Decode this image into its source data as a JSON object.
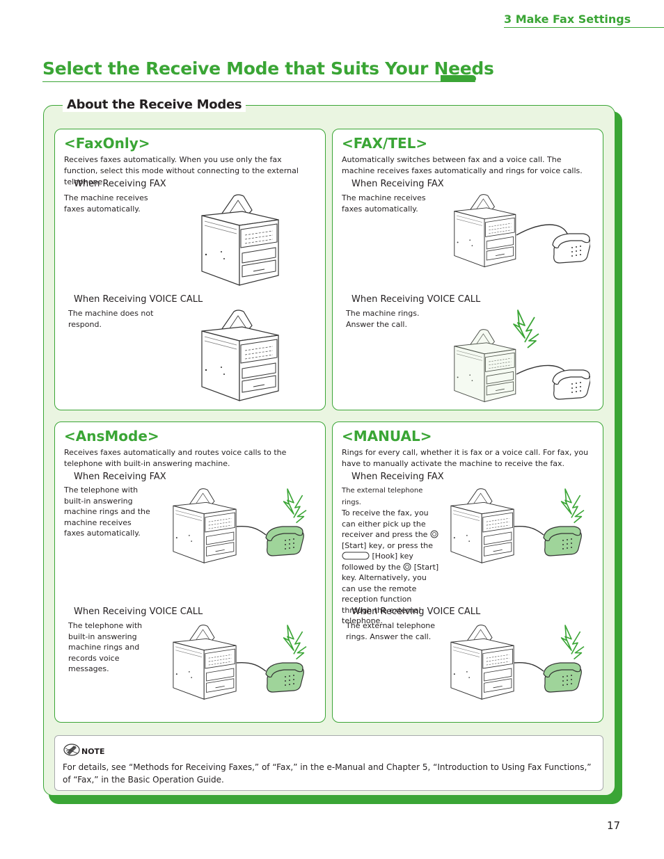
{
  "header": {
    "section": "3 Make Fax Settings"
  },
  "page_title": "Select the Receive Mode that Suits Your Needs",
  "frame_title": "About the Receive Modes",
  "modes": {
    "faxonly": {
      "title": "<FaxOnly>",
      "description": "Receives faxes automatically. When you use only the fax function, select this mode without connecting to the external telephone.",
      "fax_heading": "When Receiving FAX",
      "fax_text": "The machine receives faxes automatically.",
      "voice_heading": "When Receiving VOICE CALL",
      "voice_text": "The machine does not respond."
    },
    "faxtel": {
      "title": "<FAX/TEL>",
      "description": "Automatically switches between fax and a voice call. The machine receives faxes automatically and rings for voice calls.",
      "fax_heading": "When Receiving FAX",
      "fax_text": "The machine receives faxes automatically.",
      "voice_heading": "When Receiving VOICE CALL",
      "voice_text": "The machine rings. Answer the call."
    },
    "ansmode": {
      "title": "<AnsMode>",
      "description": "Receives faxes automatically and routes voice calls to the telephone with built-in answering machine.",
      "fax_heading": "When Receiving FAX",
      "fax_text": "The telephone with built-in answering machine rings and the machine receives faxes automatically.",
      "voice_heading": "When Receiving VOICE CALL",
      "voice_text": "The telephone with built-in answering machine rings and records voice messages."
    },
    "manual": {
      "title": "<MANUAL>",
      "description": "Rings for every call, whether it is fax or a voice call. For fax, you have to manually activate the machine to receive the fax.",
      "fax_heading": "When Receiving FAX",
      "fax_text_1": "The external telephone rings.",
      "fax_text_2": "To receive the fax, you can either pick up the receiver and press the",
      "fax_text_3": "[Start] key, or press the",
      "fax_text_4": "[Hook] key followed by the",
      "fax_text_5": "[Start] key. Alternatively, you can use the remote reception function through the external telephone.",
      "voice_heading": "When Receiving VOICE CALL",
      "voice_text": "The external telephone rings. Answer the call."
    }
  },
  "note": {
    "label": "NOTE",
    "text": "For details, see “Methods for Receiving Faxes,” of “Fax,” in the e-Manual and Chapter 5, “Introduction to Using Fax Functions,” of “Fax,” in the Basic Operation Guide."
  },
  "page_number": "17",
  "colors": {
    "accent": "#3aa535",
    "panel_bg": "#eaf5e1",
    "active_machine": "#bfe3a8",
    "phone_active": "#9fd49a"
  }
}
